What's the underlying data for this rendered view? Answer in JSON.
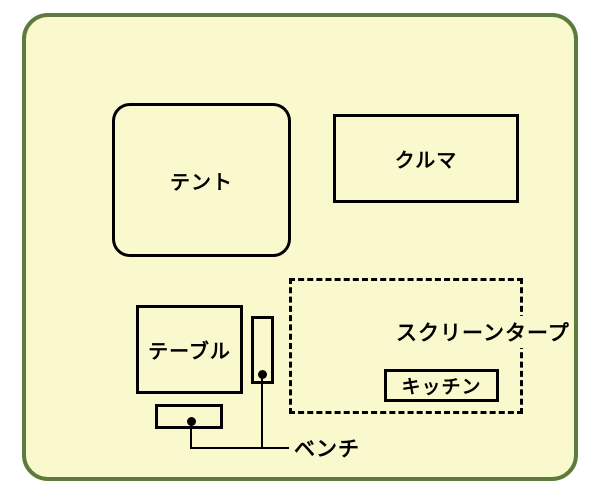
{
  "diagram": {
    "type": "campsite-layout",
    "colors": {
      "card_background": "#FAF9CD",
      "card_border": "#5C7B3C",
      "shape_stroke": "#000000",
      "text": "#000000",
      "page_background": "#FFFFFF"
    },
    "items": {
      "tent": {
        "label": "テント",
        "shape": "rounded-rectangle",
        "border": "solid"
      },
      "car": {
        "label": "クルマ",
        "shape": "rectangle",
        "border": "solid"
      },
      "screen_tarp": {
        "label": "スクリーンタープ",
        "shape": "rectangle",
        "border": "dashed"
      },
      "kitchen": {
        "label": "キッチン",
        "shape": "rectangle",
        "border": "solid",
        "inside": "screen_tarp"
      },
      "table": {
        "label": "テーブル",
        "shape": "rectangle",
        "border": "solid"
      },
      "bench": {
        "label": "ベンチ",
        "shape": "two-rectangles-with-callout",
        "border": "solid"
      }
    }
  }
}
